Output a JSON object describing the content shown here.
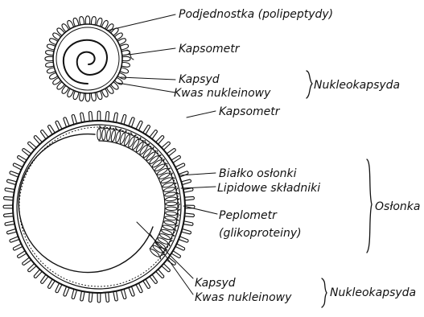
{
  "labels": {
    "podjednostka": "Podjednostka (polipeptydy)",
    "kapsometr_top": "Kapsometr",
    "kapsyd_top": "Kapsyd",
    "kwas_top": "Kwas nukleinowy",
    "nukleokapsyda_top": "Nukleokapsyda",
    "kapsometr_mid": "Kapsometr",
    "bialko": "Białko osłonki",
    "lipidowe": "Lipidowe składniki",
    "oslonka": "Osłonka",
    "peplometr": "Peplometr",
    "glikoproteiny": "(glikoproteiny)",
    "kapsyd_bottom": "Kapsyd",
    "kwas_bottom": "Kwas nukleinowy",
    "nukleokapsyda_bottom": "Nukleokapsyda"
  }
}
